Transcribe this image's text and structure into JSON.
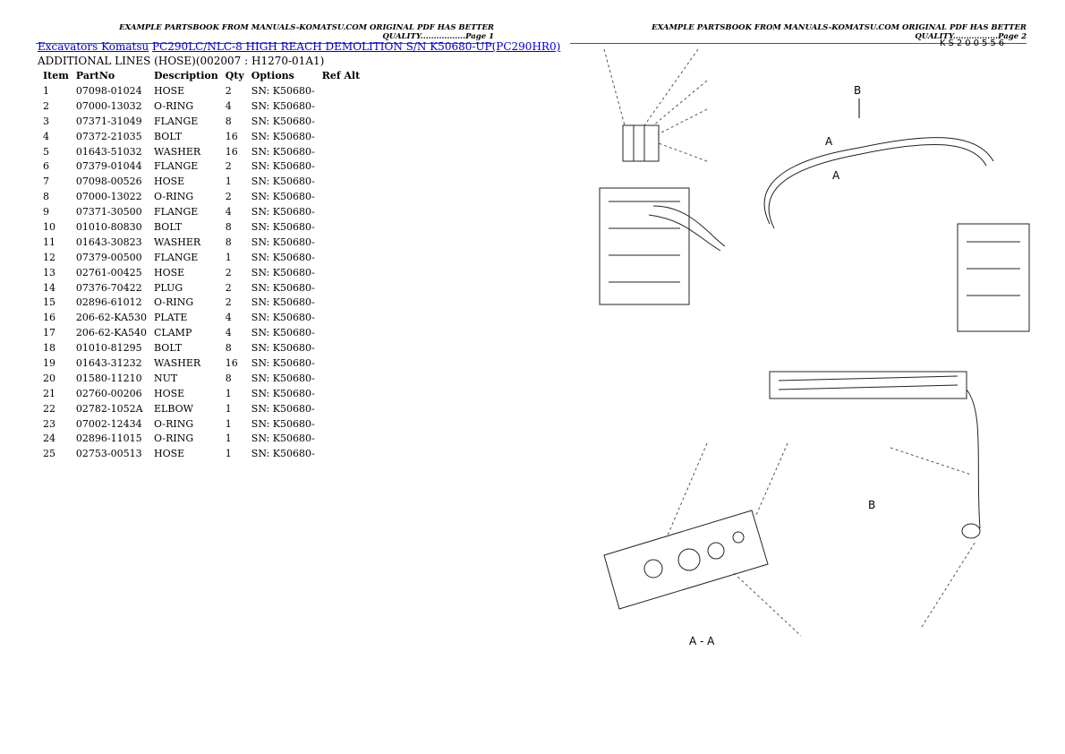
{
  "page1": {
    "header": "EXAMPLE PARTSBOOK FROM MANUALS-KOMATSU.COM ORIGINAL PDF HAS BETTER QUALITY.................Page 1",
    "breadcrumb": [
      {
        "label": "Excavators Komatsu"
      },
      {
        "label": "PC290LC/NLC-8 HIGH REACH DEMOLITION S/N K50680-UP(PC290HR0)"
      }
    ],
    "subtitle": "ADDITIONAL LINES (HOSE)(002007 : H1270-01A1)",
    "columns": [
      "Item",
      "PartNo",
      "Description",
      "Qty",
      "Options",
      "Ref Alt"
    ],
    "rows": [
      [
        "1",
        "07098-01024",
        "HOSE",
        "2",
        "SN: K50680-"
      ],
      [
        "2",
        "07000-13032",
        "O-RING",
        "4",
        "SN: K50680-"
      ],
      [
        "3",
        "07371-31049",
        "FLANGE",
        "8",
        "SN: K50680-"
      ],
      [
        "4",
        "07372-21035",
        "BOLT",
        "16",
        "SN: K50680-"
      ],
      [
        "5",
        "01643-51032",
        "WASHER",
        "16",
        "SN: K50680-"
      ],
      [
        "6",
        "07379-01044",
        "FLANGE",
        "2",
        "SN: K50680-"
      ],
      [
        "7",
        "07098-00526",
        "HOSE",
        "1",
        "SN: K50680-"
      ],
      [
        "8",
        "07000-13022",
        "O-RING",
        "2",
        "SN: K50680-"
      ],
      [
        "9",
        "07371-30500",
        "FLANGE",
        "4",
        "SN: K50680-"
      ],
      [
        "10",
        "01010-80830",
        "BOLT",
        "8",
        "SN: K50680-"
      ],
      [
        "11",
        "01643-30823",
        "WASHER",
        "8",
        "SN: K50680-"
      ],
      [
        "12",
        "07379-00500",
        "FLANGE",
        "1",
        "SN: K50680-"
      ],
      [
        "13",
        "02761-00425",
        "HOSE",
        "2",
        "SN: K50680-"
      ],
      [
        "14",
        "07376-70422",
        "PLUG",
        "2",
        "SN: K50680-"
      ],
      [
        "15",
        "02896-61012",
        "O-RING",
        "2",
        "SN: K50680-"
      ],
      [
        "16",
        "206-62-KA530",
        "PLATE",
        "4",
        "SN: K50680-"
      ],
      [
        "17",
        "206-62-KA540",
        "CLAMP",
        "4",
        "SN: K50680-"
      ],
      [
        "18",
        "01010-81295",
        "BOLT",
        "8",
        "SN: K50680-"
      ],
      [
        "19",
        "01643-31232",
        "WASHER",
        "16",
        "SN: K50680-"
      ],
      [
        "20",
        "01580-11210",
        "NUT",
        "8",
        "SN: K50680-"
      ],
      [
        "21",
        "02760-00206",
        "HOSE",
        "1",
        "SN: K50680-"
      ],
      [
        "22",
        "02782-1052A",
        "ELBOW",
        "1",
        "SN: K50680-"
      ],
      [
        "23",
        "07002-12434",
        "O-RING",
        "1",
        "SN: K50680-"
      ],
      [
        "24",
        "02896-11015",
        "O-RING",
        "1",
        "SN: K50680-"
      ],
      [
        "25",
        "02753-00513",
        "HOSE",
        "1",
        "SN: K50680-"
      ]
    ]
  },
  "page2": {
    "header": "EXAMPLE PARTSBOOK FROM MANUALS-KOMATSU.COM ORIGINAL PDF HAS BETTER QUALITY.................Page 2",
    "drawing_code": "KS200556",
    "labels": {
      "b": "B",
      "a": "A",
      "section": "A - A"
    },
    "accent": "#0000cc"
  }
}
